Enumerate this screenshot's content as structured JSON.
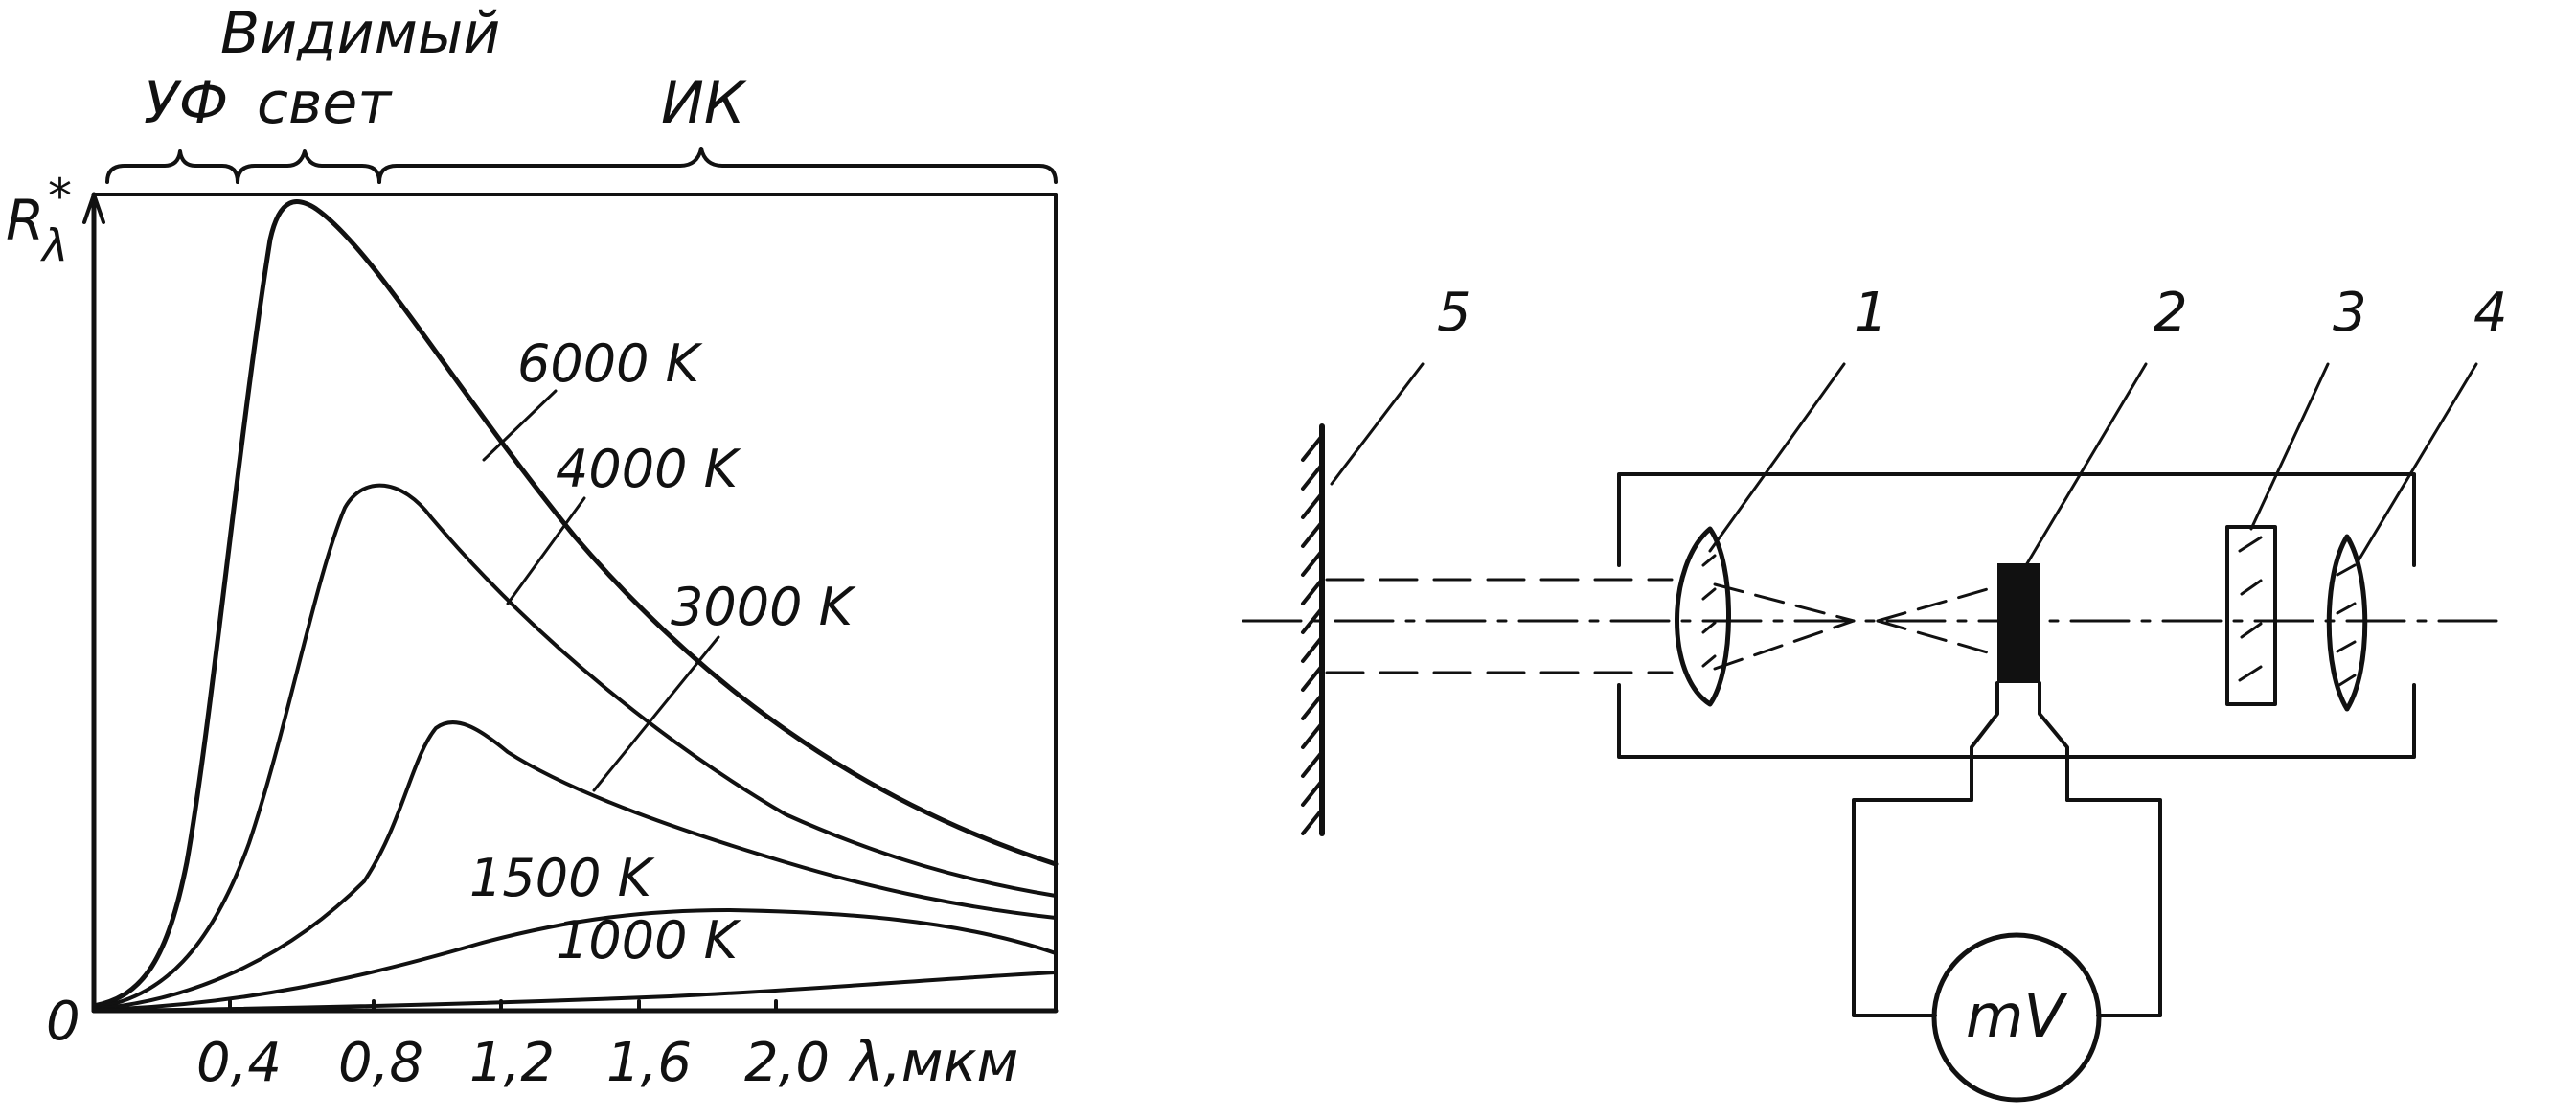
{
  "left_panel": {
    "regions": {
      "uv": "УФ",
      "visible_line1": "Видимый",
      "visible_line2": "свет",
      "ir": "ИК"
    },
    "y_axis_label": "R",
    "y_axis_sub": "λ",
    "y_axis_sup": "*",
    "origin_label": "0",
    "x_axis_label": "λ,мкм",
    "x_ticks": [
      "0,4",
      "0,8",
      "1,2",
      "1,6",
      "2,0"
    ],
    "curves": [
      {
        "label": "6000 K"
      },
      {
        "label": "4000 K"
      },
      {
        "label": "3000 K"
      },
      {
        "label": "1500 K"
      },
      {
        "label": "1000 K"
      }
    ]
  },
  "right_panel": {
    "callouts": [
      "5",
      "1",
      "2",
      "3",
      "4"
    ],
    "meter_label": "mV"
  },
  "colors": {
    "ink": "#111111",
    "paper": "#ffffff"
  }
}
